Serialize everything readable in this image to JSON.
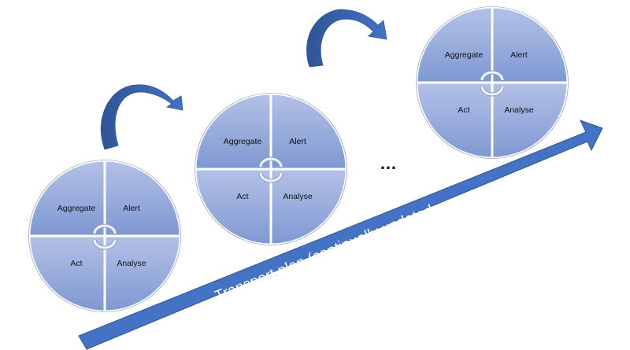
{
  "cycle_labels": {
    "top_left": "Aggregate",
    "top_right": "Alert",
    "bottom_left": "Act",
    "bottom_right": "Analyse"
  },
  "ellipsis": "…",
  "main_arrow_label": "Transport plan (continually updated",
  "colors": {
    "arrow": "#4472c4",
    "arrow_dark": "#2f5597",
    "quad_top": "#b3c1e6",
    "quad_bottom": "#7f98d2"
  }
}
